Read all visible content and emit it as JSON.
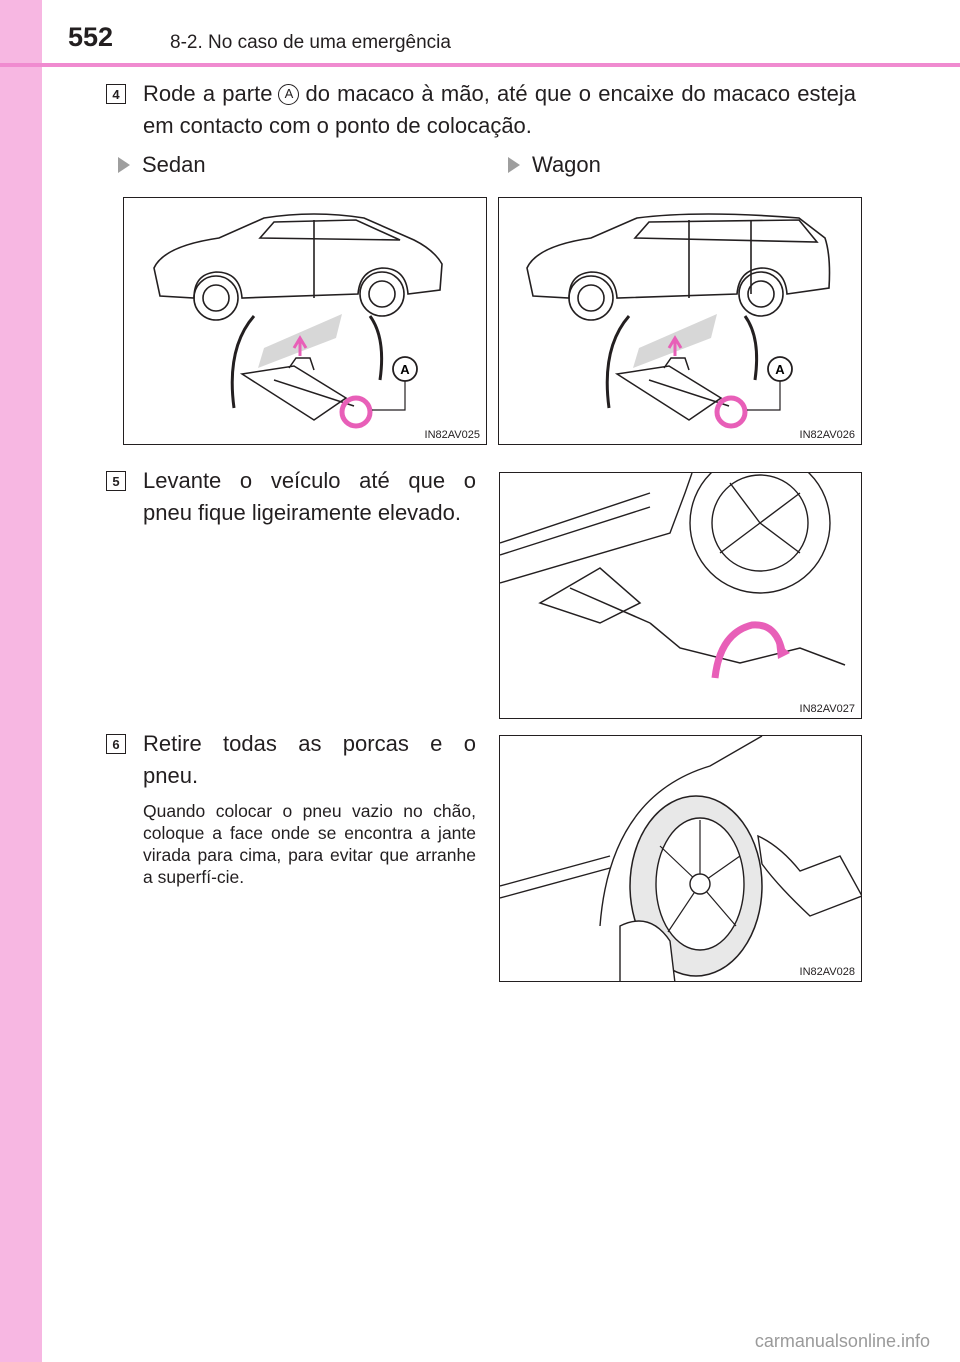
{
  "header": {
    "page_number": "552",
    "section": "8-2. No caso de uma emergência"
  },
  "steps": [
    {
      "number": "4",
      "text_before": "Rode a parte",
      "marker": "A",
      "text_after": "do macaco à mão, até que o encaixe do macaco esteja em contacto com o ponto de colocação."
    },
    {
      "number": "5",
      "line1": "Levante o veículo até que o",
      "line2": "pneu fique ligeiramente elevado."
    },
    {
      "number": "6",
      "line1": "Retire todas as porcas e o",
      "line2": "pneu.",
      "note": "Quando colocar o pneu vazio no chão, coloque a face onde se encontra a jante virada para cima, para evitar que arranhe a superfí-cie."
    }
  ],
  "variants": [
    "Sedan",
    "Wagon"
  ],
  "figures": [
    {
      "code": "IN82AV025",
      "label": "A"
    },
    {
      "code": "IN82AV026",
      "label": "A"
    },
    {
      "code": "IN82AV027"
    },
    {
      "code": "IN82AV028"
    }
  ],
  "watermark": "carmanualsonline.info",
  "colors": {
    "sidebar": "#f7b7e2",
    "header_rule": "#f08bd0",
    "accent_pink": "#e85fb8"
  }
}
